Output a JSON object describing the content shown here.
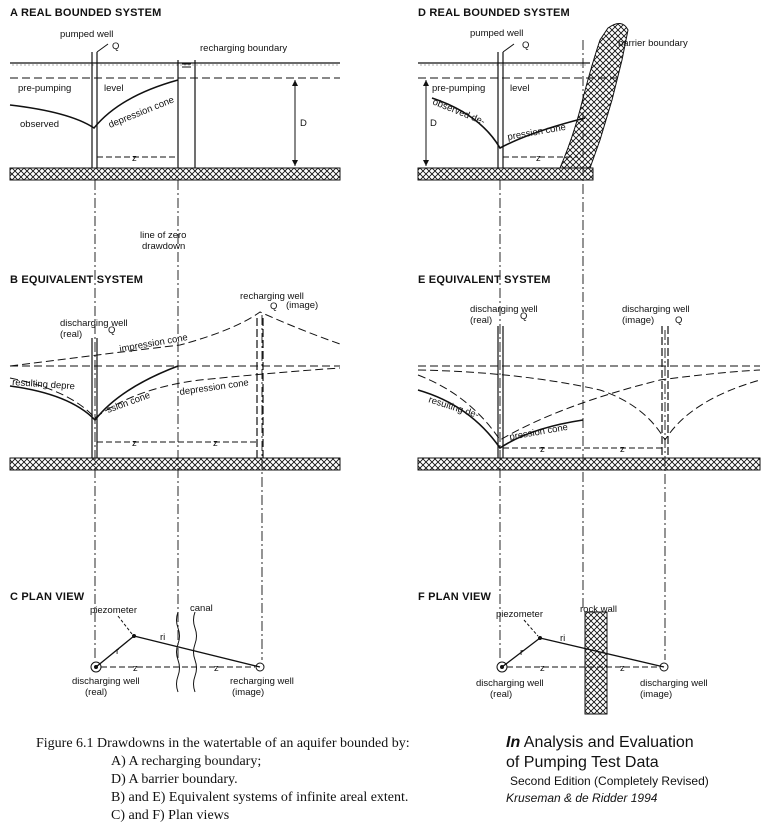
{
  "panels": {
    "A": {
      "title": "A  REAL BOUNDED SYSTEM",
      "pumped_well": "pumped well",
      "q": "Q",
      "recharging_boundary": "recharging boundary",
      "pre_pumping": "pre-pumping",
      "level": "level",
      "observed": "observed",
      "depression_cone": "depression cone",
      "d": "D",
      "z": "z"
    },
    "zero": {
      "line1": "line of zero",
      "line2": "drawdown"
    },
    "B": {
      "title": "B  EQUIVALENT SYSTEM",
      "discharging_well": "discharging well",
      "real": "(real)",
      "q": "Q",
      "recharging_well": "recharging well",
      "image": "(image)",
      "impression_cone": "impression cone",
      "resulting_depre": "resulting depre",
      "ssion_cone": "ssion cone",
      "depression_cone": "depression cone",
      "z1": "z",
      "z2": "z"
    },
    "C": {
      "title": "C  PLAN VIEW",
      "piezometer": "piezometer",
      "canal": "canal",
      "r": "r",
      "ri": "ri",
      "discharging_well": "discharging well",
      "real": "(real)",
      "recharging_well": "recharging well",
      "image": "(image)",
      "z1": "z",
      "z2": "z"
    },
    "D": {
      "title": "D  REAL BOUNDED SYSTEM",
      "pumped_well": "pumped well",
      "q": "Q",
      "barrier_boundary": "barrier boundary",
      "pre_pumping": "pre-pumping",
      "level": "level",
      "observed_de": "observed de-",
      "pression_cone": "pression cone",
      "d": "D",
      "z": "z"
    },
    "E": {
      "title": "E  EQUIVALENT SYSTEM",
      "discharging_well": "discharging well",
      "real": "(real)",
      "q1": "Q",
      "discharging_well_image": "discharging well",
      "image": "(image)",
      "q2": "Q",
      "resulting_de": "resulting de-",
      "pression_cone": "pression cone",
      "z1": "z",
      "z2": "z"
    },
    "F": {
      "title": "F  PLAN VIEW",
      "piezometer": "piezometer",
      "rock_wall": "rock wall",
      "r": "r",
      "ri": "ri",
      "discharging_well": "discharging well",
      "real": "(real)",
      "discharging_well_image": "discharging well",
      "image": "(image)",
      "z1": "z",
      "z2": "z"
    }
  },
  "caption": {
    "line1": "Figure 6.1  Drawdowns in the watertable of an aquifer bounded by:",
    "line2": "A)  A recharging boundary;",
    "line3": "D)  A barrier boundary.",
    "line4": "B)  and E)  Equivalent systems of infinite areal extent.",
    "line5": "C)  and F)  Plan views"
  },
  "source": {
    "in": "In",
    "title1": " Analysis and Evaluation",
    "title2": "of Pumping Test Data",
    "edition": "Second Edition (Completely Revised)",
    "authors": "Kruseman & de Ridder 1994"
  }
}
